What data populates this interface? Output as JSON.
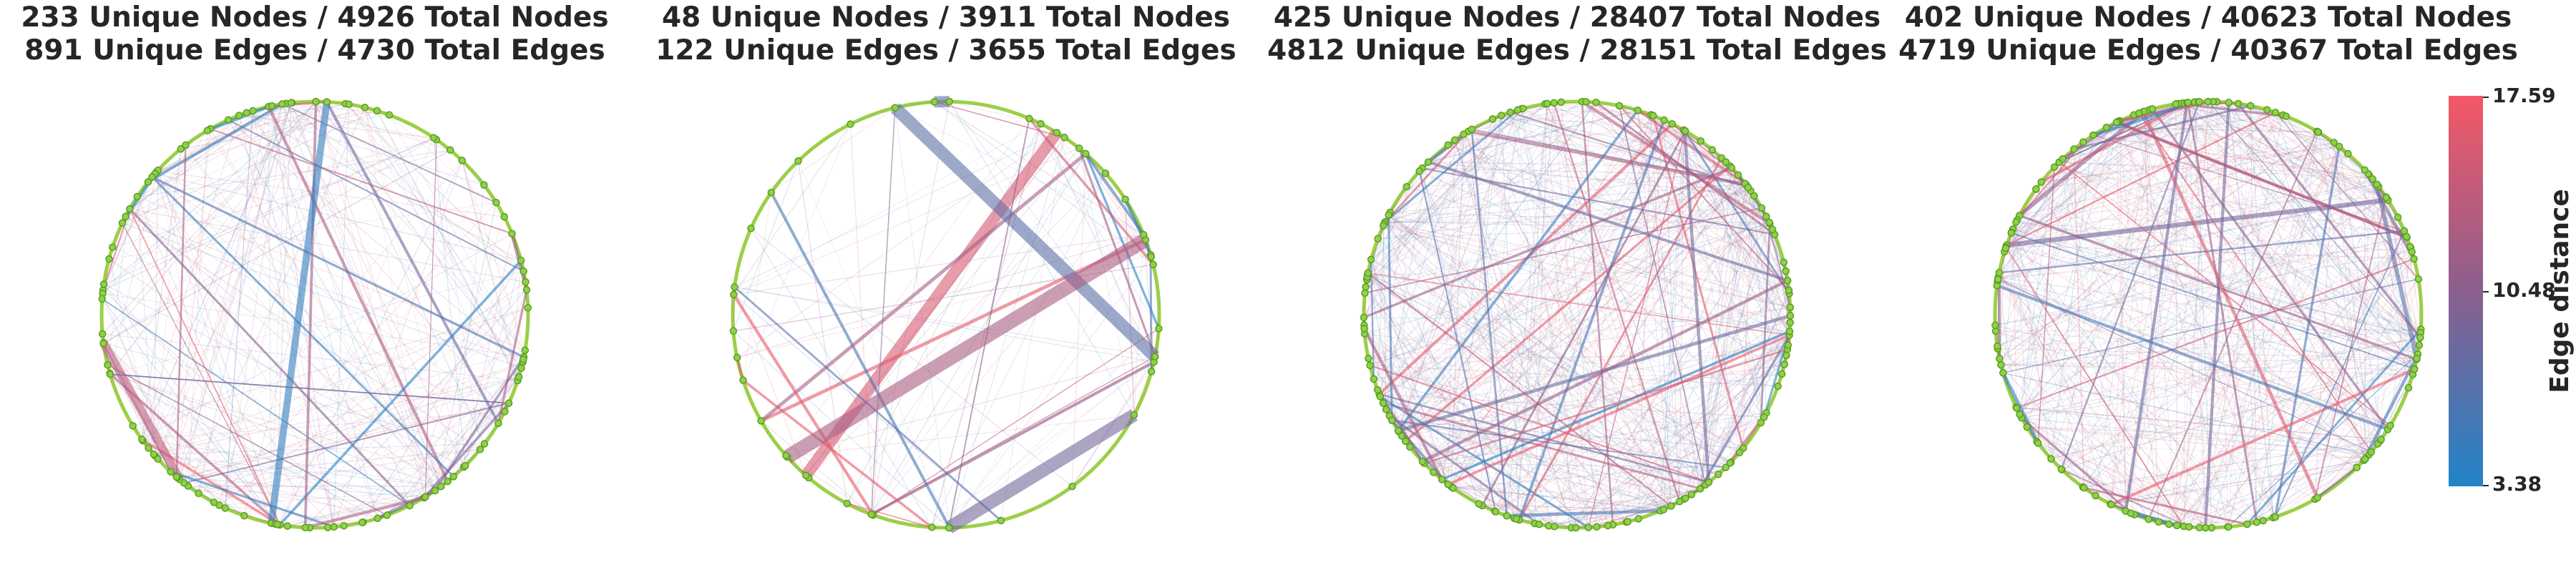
{
  "panels": [
    {
      "title_line1": "233 Unique Nodes / 4926 Total Nodes",
      "title_line2": "891 Unique Edges / 4730 Total Edges"
    },
    {
      "title_line1": "48 Unique Nodes / 3911 Total Nodes",
      "title_line2": "122 Unique Edges / 3655 Total Edges"
    },
    {
      "title_line1": "425 Unique Nodes / 28407 Total Nodes",
      "title_line2": "4812 Unique Edges / 28151 Total Edges"
    },
    {
      "title_line1": "402 Unique Nodes / 40623 Total Nodes",
      "title_line2": "4719 Unique Edges / 40367 Total Edges"
    }
  ],
  "colorbar": {
    "label": "Edge distance",
    "tick_max": "17.59",
    "tick_mid": "10.48",
    "tick_min": "3.38",
    "color_high": "#f45866",
    "color_mid": "#8b5f8e",
    "color_low": "#2184c8"
  },
  "colors": {
    "node_fill": "#8fd14f",
    "node_stroke": "#5a9e1a",
    "ring": "#9ccf47"
  }
}
